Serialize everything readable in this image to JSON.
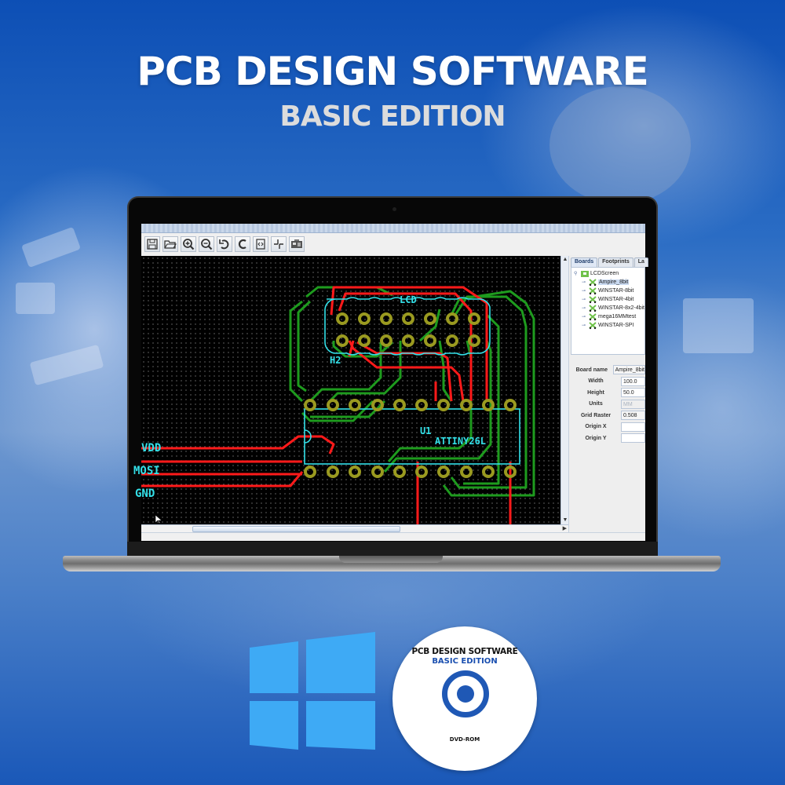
{
  "hero": {
    "title": "PCB DESIGN SOFTWARE",
    "subtitle": "BASIC EDITION"
  },
  "app": {
    "toolbar": {
      "buttons": [
        {
          "icon": "save-icon",
          "label": "Save"
        },
        {
          "icon": "open-folder-icon",
          "label": "Open"
        },
        {
          "icon": "zoom-in-icon",
          "label": "Zoom In"
        },
        {
          "icon": "zoom-out-icon",
          "label": "Zoom Out"
        },
        {
          "icon": "undo-icon",
          "label": "Undo"
        },
        {
          "icon": "redo-icon",
          "label": "Redo"
        },
        {
          "icon": "fit-view-icon",
          "label": "Fit"
        },
        {
          "icon": "crosshair-icon",
          "label": "Origin"
        },
        {
          "icon": "board-view-icon",
          "label": "Board"
        }
      ]
    },
    "canvas": {
      "labels": {
        "connector_value": "LCD",
        "connector_ref": "H2",
        "chip_ref": "U1",
        "chip_value": "ATTINY26L",
        "net_vdd": "VDD",
        "net_mosi": "MOSI",
        "net_gnd": "GND"
      },
      "colors": {
        "background": "#000000",
        "top_copper": "#ff1a1a",
        "bottom_copper": "#1e9b1e",
        "silkscreen": "#33e0e8",
        "pads": "#9a9a20"
      }
    },
    "side_panel": {
      "tabs": [
        {
          "label": "Boards",
          "active": true
        },
        {
          "label": "Footprints",
          "active": false
        },
        {
          "label": "La",
          "active": false
        }
      ],
      "tree": {
        "root": "LCDScreen",
        "children": [
          {
            "label": "Ampire_8bit",
            "selected": true
          },
          {
            "label": "WINSTAR-8bit",
            "selected": false
          },
          {
            "label": "WINSTAR-4bit",
            "selected": false
          },
          {
            "label": "WINSTAR-8x2-4bit",
            "selected": false
          },
          {
            "label": "mega16MMtest",
            "selected": false
          },
          {
            "label": "WINSTAR-SPI",
            "selected": false
          }
        ]
      },
      "properties": [
        {
          "label": "Board name",
          "value": "Ampire_8bit"
        },
        {
          "label": "Width",
          "value": "100.0"
        },
        {
          "label": "Height",
          "value": "50.0"
        },
        {
          "label": "Units",
          "value": "MM"
        },
        {
          "label": "Grid Raster",
          "value": "0.508"
        },
        {
          "label": "Origin X",
          "value": ""
        },
        {
          "label": "Origin Y",
          "value": ""
        }
      ]
    }
  },
  "disc": {
    "title": "PCB DESIGN SOFTWARE",
    "subtitle": "BASIC EDITION",
    "media": "DVD-ROM"
  },
  "platform": {
    "icon": "windows-logo-icon",
    "color": "#3eaaf5"
  }
}
